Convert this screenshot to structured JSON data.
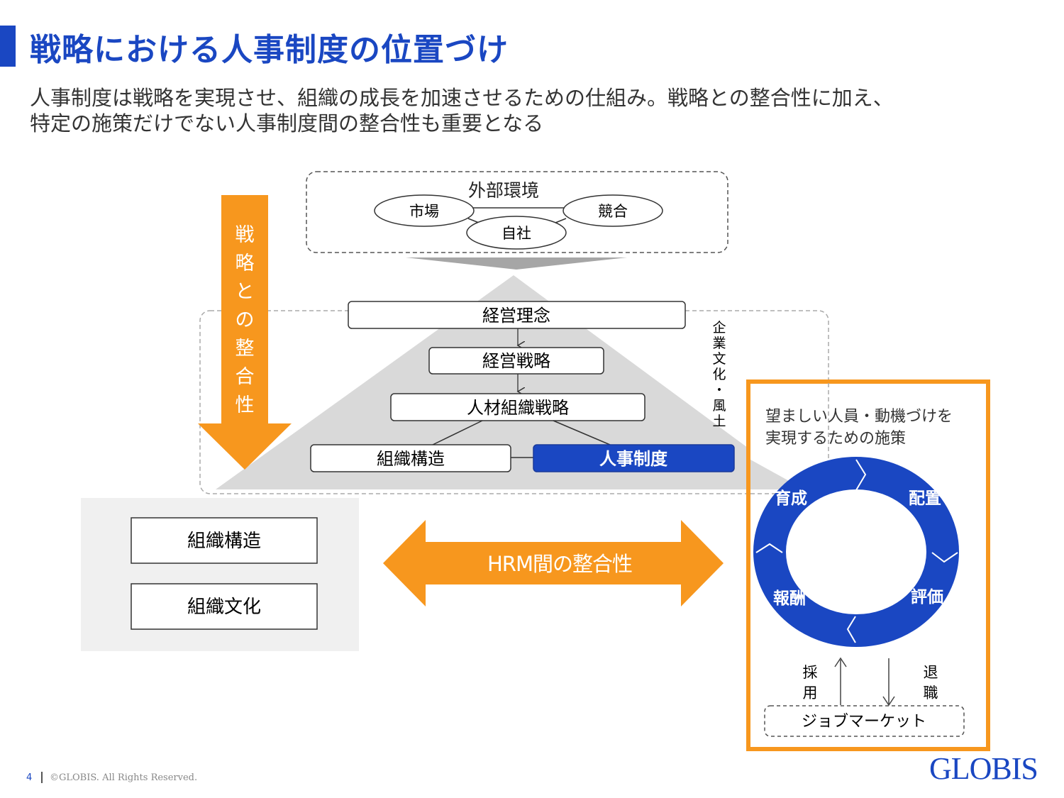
{
  "header": {
    "title": "戦略における人事制度の位置づけ",
    "subtitle_line1": "人事制度は戦略を実現させ、組織の成長を加速させるための仕組み。戦略との整合性に加え、",
    "subtitle_line2": "特定の施策だけでない人事制度間の整合性も重要となる"
  },
  "colors": {
    "accent_blue": "#1a47c2",
    "accent_orange": "#f7971e",
    "pyramid_gray": "#d9d9d9",
    "panel_gray": "#f0f0f0"
  },
  "external_environment": {
    "label": "外部環境",
    "nodes": [
      "市場",
      "競合",
      "自社"
    ]
  },
  "strategy_arrow": {
    "chars": [
      "戦",
      "略",
      "と",
      "の",
      "整",
      "合",
      "性"
    ]
  },
  "pyramid": {
    "levels": [
      "経営理念",
      "経営戦略",
      "人材組織戦略"
    ],
    "bottom_left": "組織構造",
    "bottom_right": "人事制度",
    "culture_chars": [
      "企",
      "業",
      "文",
      "化",
      "・",
      "風",
      "土"
    ]
  },
  "left_panel": {
    "boxes": [
      "組織構造",
      "組織文化"
    ]
  },
  "hrm_arrow": {
    "label": "HRM間の整合性"
  },
  "hr_measures": {
    "description_line1": "望ましい人員・動機づけを",
    "description_line2": "実現するための施策",
    "cycle": [
      "配置",
      "評価",
      "報酬",
      "育成"
    ],
    "inflow_chars": [
      "採",
      "用"
    ],
    "outflow_chars": [
      "退",
      "職"
    ],
    "job_market": "ジョブマーケット"
  },
  "footer": {
    "page_number": "4",
    "copyright": "©GLOBIS. All Rights Reserved.",
    "logo": "GLOBIS"
  }
}
